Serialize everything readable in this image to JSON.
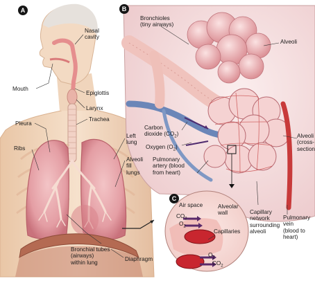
{
  "panels": {
    "a": "A",
    "b": "B",
    "c": "C"
  },
  "labels": {
    "nasal_cavity": "Nasal\ncavity",
    "mouth": "Mouth",
    "epiglottis": "Epiglottis",
    "larynx": "Larynx",
    "trachea": "Trachea",
    "pleura": "Pleura",
    "ribs": "Ribs",
    "left_lung": "Left\nlung",
    "alveoli_fill_lungs": "Alveoli\nfill\nlungs",
    "bronchial_tubes": "Bronchial tubes\n(airways)\nwithin lung",
    "diaphragm": "Diaphragm",
    "bronchioles": "Bronchioles\n(tiny airways)",
    "alveoli": "Alveoli",
    "carbon_dioxide": "Carbon\ndioxide (CO",
    "carbon_dioxide_sub": "2",
    "carbon_dioxide_end": ")",
    "oxygen": "Oxygen (O",
    "oxygen_sub": "2",
    "oxygen_end": ")",
    "pulmonary_artery": "Pulmonary\nartery (blood\nfrom heart)",
    "alveoli_cross_section": "Alveoli\n(cross-\nsection)",
    "capillary_network": "Capillary\nnetwork\nsurrounding\nalveoli",
    "pulmonary_vein": "Pulmonary\nvein\n(blood to\nheart)",
    "air_space": "Air space",
    "co2_top": "CO",
    "co2_top_sub": "2",
    "o2_top": "O",
    "o2_top_sub": "2",
    "alveolar_wall": "Alveolar\nwall",
    "capillaries": "Capillaries",
    "o2_bottom": "O",
    "o2_bottom_sub": "2",
    "co2_bottom": "CO",
    "co2_bottom_sub": "2"
  },
  "colors": {
    "skin": "#f4ddc6",
    "skin_shadow": "#e8c7a8",
    "lung": "#e9a9ae",
    "lung_dark": "#c9727c",
    "trachea": "#f0c9bd",
    "bg_panel_b": "#f7e4e4",
    "artery_blue": "#6b86b8",
    "vein_red": "#c83a3a",
    "alveoli_pink": "#f0b6b6",
    "arrow_gray": "#5a5a5a",
    "badge": "#161616"
  }
}
